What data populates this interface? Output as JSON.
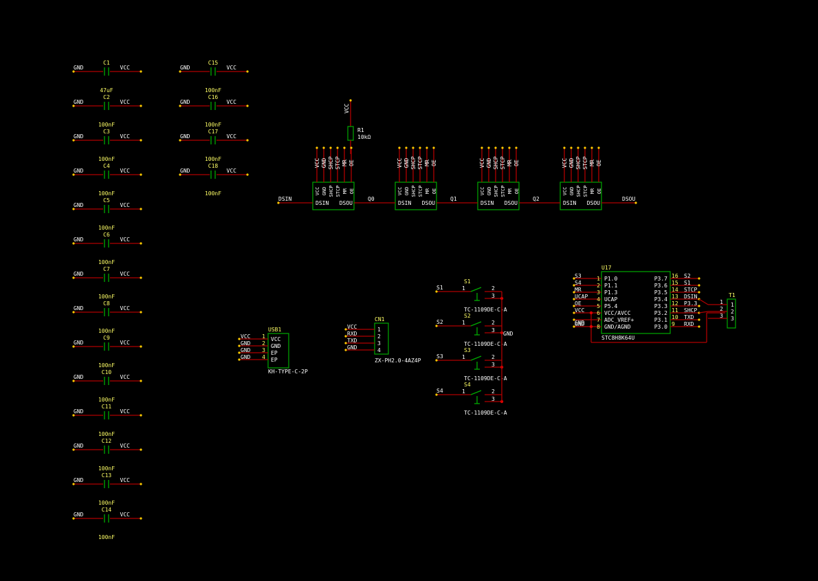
{
  "net": {
    "gnd": "GND",
    "vcc": "VCC"
  },
  "caps": [
    {
      "ref": "C1",
      "val": "47uF"
    },
    {
      "ref": "C2",
      "val": "100nF"
    },
    {
      "ref": "C3",
      "val": "100nF"
    },
    {
      "ref": "C4",
      "val": "100nF"
    },
    {
      "ref": "C5",
      "val": "100nF"
    },
    {
      "ref": "C6",
      "val": "100nF"
    },
    {
      "ref": "C7",
      "val": "100nF"
    },
    {
      "ref": "C8",
      "val": "100nF"
    },
    {
      "ref": "C9",
      "val": "100nF"
    },
    {
      "ref": "C10",
      "val": "100nF"
    },
    {
      "ref": "C11",
      "val": "100nF"
    },
    {
      "ref": "C12",
      "val": "100nF"
    },
    {
      "ref": "C13",
      "val": "100nF"
    },
    {
      "ref": "C14",
      "val": "100nF"
    },
    {
      "ref": "C15",
      "val": "100nF"
    },
    {
      "ref": "C16",
      "val": "100nF"
    },
    {
      "ref": "C17",
      "val": "100nF"
    },
    {
      "ref": "C18",
      "val": "100nF"
    }
  ],
  "resistor": {
    "ref": "R1",
    "val": "10kΩ",
    "net": "VCC"
  },
  "shift_pins_top": [
    "VCC",
    "GND",
    "SHCP",
    "STCP",
    "MR",
    "OE"
  ],
  "shift_pins_side": [
    "DSIN",
    "DSOU"
  ],
  "chain_nets": [
    "DSIN",
    "Q0",
    "Q1",
    "Q2",
    "DSOU"
  ],
  "usb": {
    "ref": "USB1",
    "part": "KH-TYPE-C-2P",
    "pins": [
      {
        "net": "VCC",
        "num": "1",
        "name": "VCC"
      },
      {
        "net": "GND",
        "num": "2",
        "name": "GND"
      },
      {
        "net": "GND",
        "num": "3",
        "name": "EP"
      },
      {
        "net": "GND",
        "num": "4",
        "name": "EP"
      }
    ]
  },
  "cn": {
    "ref": "CN1",
    "part": "ZX-PH2.0-4AZ4P",
    "pins": [
      {
        "net": "VCC",
        "num": "1"
      },
      {
        "net": "RXD",
        "num": "2"
      },
      {
        "net": "TXD",
        "num": "3"
      },
      {
        "net": "GND",
        "num": "4"
      }
    ]
  },
  "switches": [
    {
      "ref": "S1",
      "net": "S1",
      "part": "TC-1109DE-C-A"
    },
    {
      "ref": "S2",
      "net": "S2",
      "part": "TC-1109DE-C-A"
    },
    {
      "ref": "S3",
      "net": "S3",
      "part": "TC-1109DE-C-A"
    },
    {
      "ref": "S4",
      "net": "S4",
      "part": "TC-1109DE-C-A"
    }
  ],
  "switch_gnd": "GND",
  "mcu": {
    "ref": "U17",
    "part": "STC8H8K64U",
    "left": [
      {
        "net": "S3",
        "num": "1",
        "name": "P1.0"
      },
      {
        "net": "S4",
        "num": "2",
        "name": "P1.1"
      },
      {
        "net": "MR",
        "num": "3",
        "name": "P1.3"
      },
      {
        "net": "UCAP",
        "num": "4",
        "name": "UCAP"
      },
      {
        "net": "OE",
        "num": "5",
        "name": "P5.4"
      },
      {
        "net": "VCC",
        "num": "6",
        "name": "VCC/AVCC"
      },
      {
        "net": "",
        "num": "7",
        "name": "ADC_VREF+"
      },
      {
        "net": "GND",
        "num": "8",
        "name": "GND/AGND"
      }
    ],
    "right": [
      {
        "net": "S2",
        "num": "16",
        "name": "P3.7"
      },
      {
        "net": "S1",
        "num": "15",
        "name": "P3.6"
      },
      {
        "net": "STCP",
        "num": "14",
        "name": "P3.5"
      },
      {
        "net": "DSIN",
        "num": "13",
        "name": "P3.4"
      },
      {
        "net": "P3.3",
        "num": "12",
        "name": "P3.3"
      },
      {
        "net": "SHCP",
        "num": "11",
        "name": "P3.2"
      },
      {
        "net": "TXD",
        "num": "10",
        "name": "P3.1"
      },
      {
        "net": "RXD",
        "num": "9",
        "name": "P3.0"
      }
    ]
  },
  "header": {
    "ref": "T1",
    "pins_out": [
      "1",
      "2",
      "3"
    ],
    "pins_in": [
      "1",
      "2",
      "3"
    ]
  }
}
